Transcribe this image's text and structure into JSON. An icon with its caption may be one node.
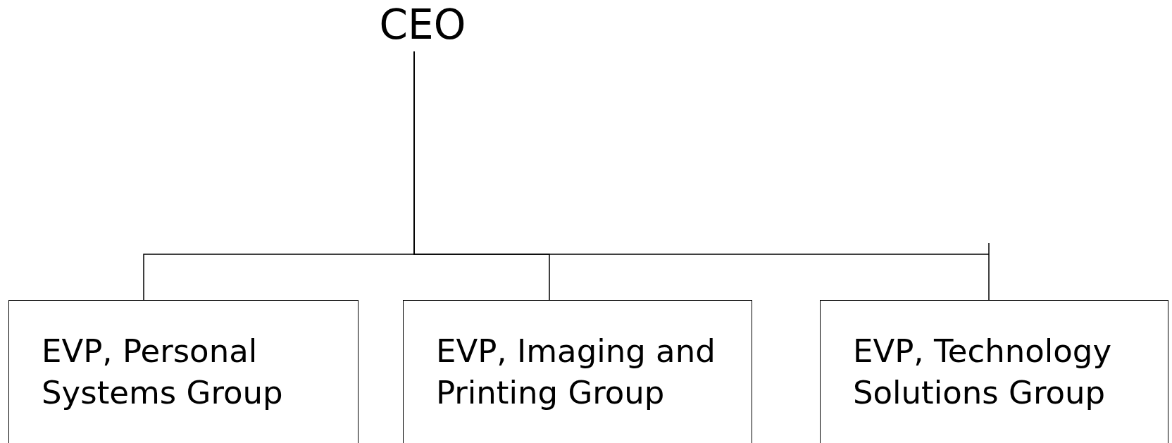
{
  "diagram": {
    "nodes": [
      {
        "text": [
          "CEO"
        ]
      },
      {
        "text": [
          "EVP, Personal Systems Group"
        ]
      },
      {
        "text": [
          "EVP, Imaging and Printing Group"
        ]
      },
      {
        "text": [
          "EVP, Technology Solutions Group"
        ]
      }
    ],
    "edges": [
      {
        "from": 0,
        "to": 1,
        "arrow": "none"
      },
      {
        "from": 0,
        "to": 2,
        "arrow": "none"
      },
      {
        "from": 0,
        "to": 3,
        "arrow": "none"
      }
    ]
  }
}
